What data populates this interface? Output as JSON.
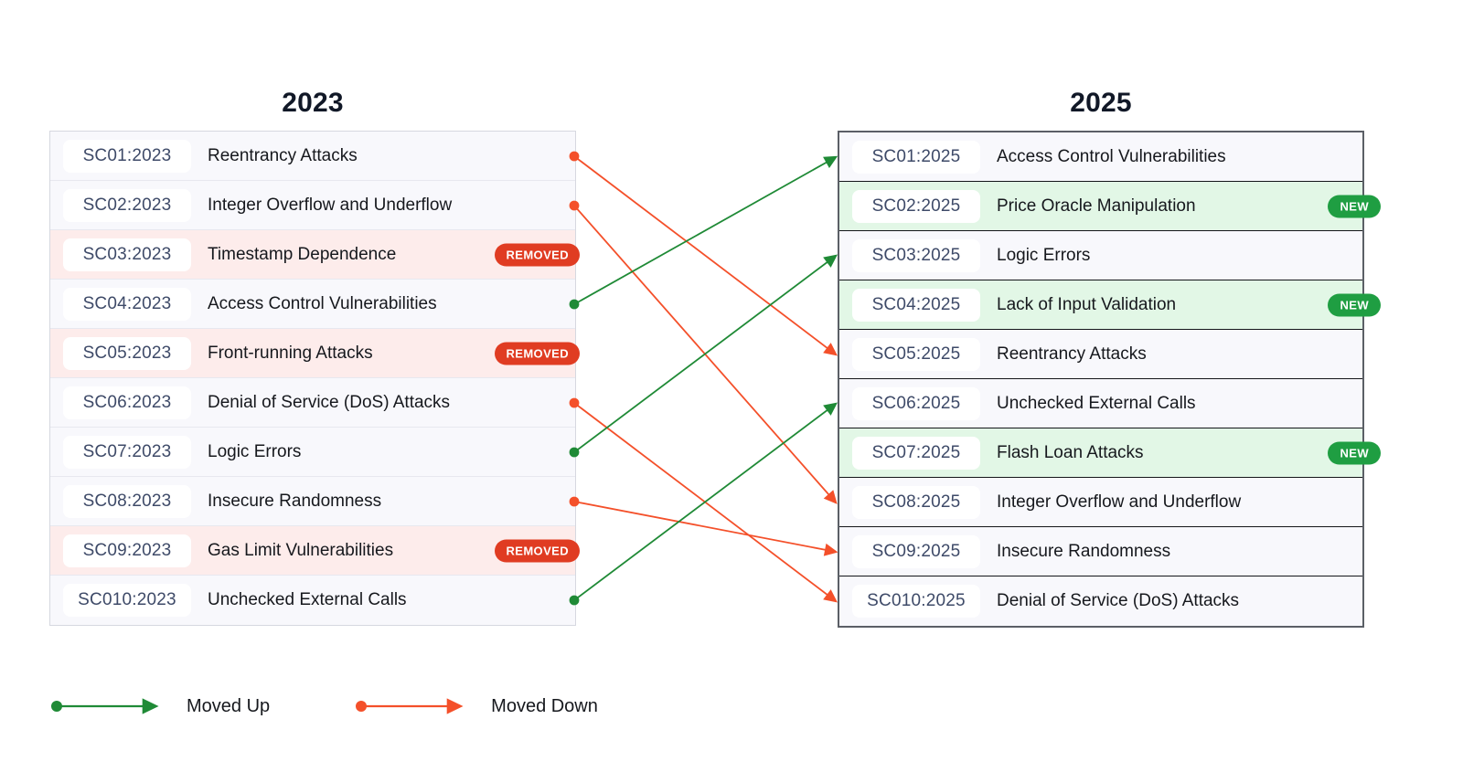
{
  "columns": {
    "left": {
      "title": "2023"
    },
    "right": {
      "title": "2025"
    }
  },
  "badges": {
    "removed_label": "REMOVED",
    "new_label": "NEW"
  },
  "legend": {
    "moved_up": {
      "label": "Moved Up",
      "icon": "arrow-right-icon",
      "color": "#1f8a36"
    },
    "moved_down": {
      "label": "Moved Down",
      "icon": "arrow-right-icon",
      "color": "#f4502a"
    }
  },
  "colors": {
    "moved_up": "#1f8a36",
    "moved_down": "#f4502a",
    "removed_badge": "#e03c22",
    "new_badge": "#1f9e42",
    "removed_row": "#fdeceb",
    "added_row": "#e2f7e6",
    "normal_row": "#f8f8fc",
    "id_text": "#3e4a68",
    "name_text": "#16181d"
  },
  "left_rows": [
    {
      "id": "SC01:2023",
      "name": "Reentrancy Attacks",
      "state": "normal",
      "marker": "moved_down"
    },
    {
      "id": "SC02:2023",
      "name": "Integer Overflow and Underflow",
      "state": "normal",
      "marker": "moved_down"
    },
    {
      "id": "SC03:2023",
      "name": "Timestamp Dependence",
      "state": "removed",
      "marker": "none"
    },
    {
      "id": "SC04:2023",
      "name": "Access Control Vulnerabilities",
      "state": "normal",
      "marker": "moved_up"
    },
    {
      "id": "SC05:2023",
      "name": "Front-running Attacks",
      "state": "removed",
      "marker": "none"
    },
    {
      "id": "SC06:2023",
      "name": "Denial of Service (DoS) Attacks",
      "state": "normal",
      "marker": "moved_down"
    },
    {
      "id": "SC07:2023",
      "name": "Logic Errors",
      "state": "normal",
      "marker": "moved_up"
    },
    {
      "id": "SC08:2023",
      "name": "Insecure Randomness",
      "state": "normal",
      "marker": "moved_down"
    },
    {
      "id": "SC09:2023",
      "name": "Gas Limit Vulnerabilities",
      "state": "removed",
      "marker": "none"
    },
    {
      "id": "SC010:2023",
      "name": "Unchecked External Calls",
      "state": "normal",
      "marker": "moved_up"
    }
  ],
  "right_rows": [
    {
      "id": "SC01:2025",
      "name": "Access Control Vulnerabilities",
      "state": "normal",
      "marker": "moved_up"
    },
    {
      "id": "SC02:2025",
      "name": "Price Oracle Manipulation",
      "state": "added",
      "marker": "none"
    },
    {
      "id": "SC03:2025",
      "name": "Logic Errors",
      "state": "normal",
      "marker": "moved_up"
    },
    {
      "id": "SC04:2025",
      "name": "Lack of Input Validation",
      "state": "added",
      "marker": "none"
    },
    {
      "id": "SC05:2025",
      "name": "Reentrancy Attacks",
      "state": "normal",
      "marker": "moved_down"
    },
    {
      "id": "SC06:2025",
      "name": "Unchecked External Calls",
      "state": "normal",
      "marker": "moved_up"
    },
    {
      "id": "SC07:2025",
      "name": "Flash Loan Attacks",
      "state": "added",
      "marker": "none"
    },
    {
      "id": "SC08:2025",
      "name": "Integer Overflow and Underflow",
      "state": "normal",
      "marker": "moved_down"
    },
    {
      "id": "SC09:2025",
      "name": "Insecure Randomness",
      "state": "normal",
      "marker": "moved_down"
    },
    {
      "id": "SC010:2025",
      "name": "Denial of Service (DoS) Attacks",
      "state": "normal",
      "marker": "moved_down"
    }
  ],
  "connections": [
    {
      "from": "SC01:2023",
      "to": "SC05:2025",
      "direction": "moved_down"
    },
    {
      "from": "SC02:2023",
      "to": "SC08:2025",
      "direction": "moved_down"
    },
    {
      "from": "SC04:2023",
      "to": "SC01:2025",
      "direction": "moved_up"
    },
    {
      "from": "SC06:2023",
      "to": "SC010:2025",
      "direction": "moved_down"
    },
    {
      "from": "SC07:2023",
      "to": "SC03:2025",
      "direction": "moved_up"
    },
    {
      "from": "SC08:2023",
      "to": "SC09:2025",
      "direction": "moved_down"
    },
    {
      "from": "SC010:2023",
      "to": "SC06:2025",
      "direction": "moved_up"
    }
  ]
}
